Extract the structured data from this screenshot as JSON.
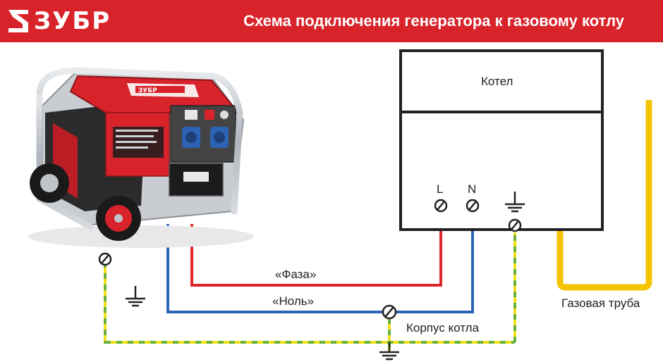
{
  "header": {
    "brand": "ЗУБР",
    "title": "Схема подключения генератора к газовому котлу"
  },
  "generator": {
    "panel_brand": "ЗУБР"
  },
  "boiler": {
    "label": "Котел",
    "terminal_l": "L",
    "terminal_n": "N"
  },
  "wires": {
    "phase": "«Фаза»",
    "neutral": "«Ноль»",
    "housing": "Корпус котла"
  },
  "gas_pipe": {
    "label": "Газовая труба"
  },
  "colors": {
    "brand_red": "#d8232a",
    "phase_wire": "#e0262b",
    "neutral_wire": "#2c63b4",
    "ground_green": "#6ab23c",
    "ground_yellow": "#f2e01c",
    "gas_pipe": "#f5c400"
  }
}
